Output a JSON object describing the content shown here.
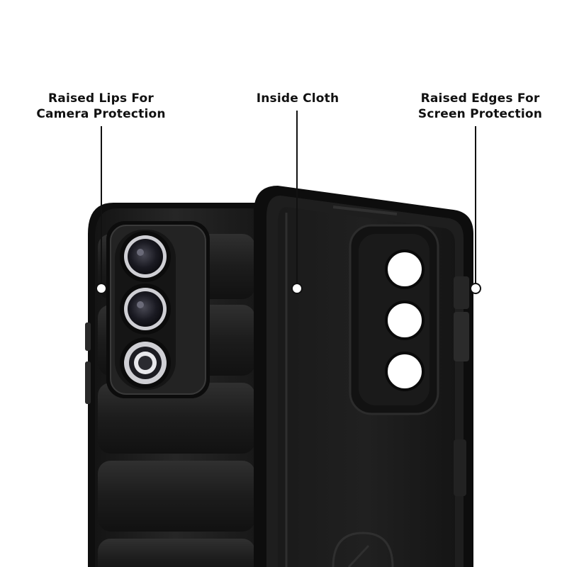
{
  "callouts": [
    {
      "line1": "Raised Lips For",
      "line2": "Camera Protection"
    },
    {
      "line1": "Inside Cloth",
      "line2": ""
    },
    {
      "line1": "Raised Edges For",
      "line2": "Screen Protection"
    }
  ],
  "colors": {
    "background": "#ffffff",
    "case_body": "#1b1b1b",
    "case_shade": "#2a2a2a",
    "case_highlight": "#3a3a3a",
    "lens_ring": "#c8c8cc",
    "text": "#111111"
  }
}
